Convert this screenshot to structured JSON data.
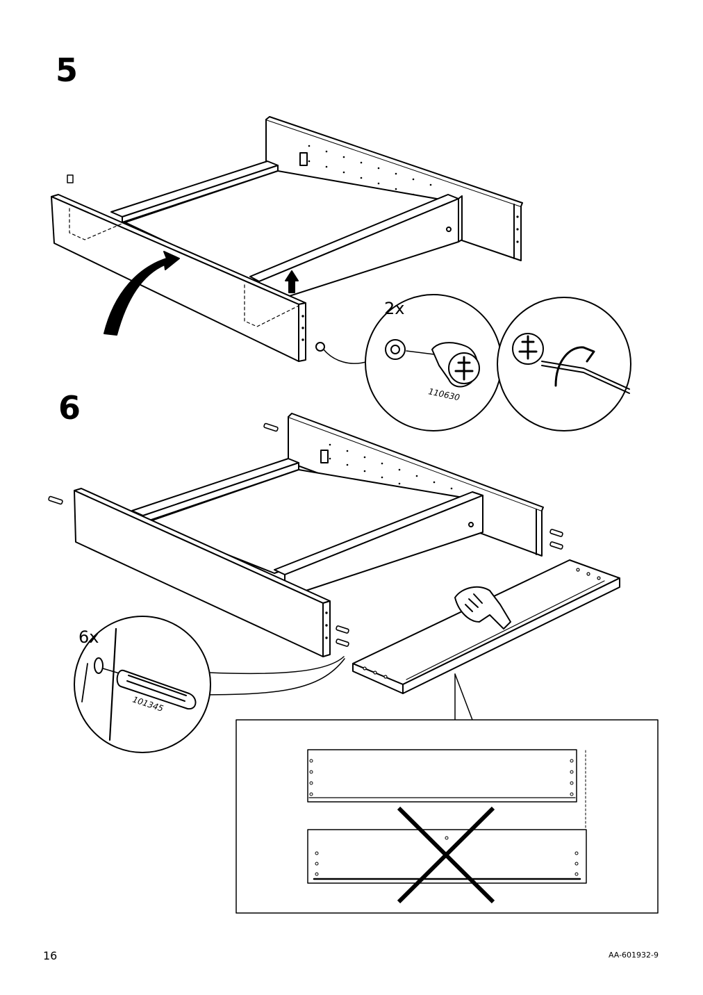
{
  "page": {
    "step_5": "5",
    "step_6": "6",
    "page_number": "16",
    "document_code": "AA-601932-9"
  },
  "step5": {
    "quantity": "2x",
    "part_number": "110630"
  },
  "step6": {
    "quantity": "6x",
    "part_number": "101345"
  },
  "icons": [
    "curved-arrow-icon",
    "up-arrow-icon",
    "hand-press-icon",
    "cross-mark-icon",
    "screwdriver-icon",
    "cam-lock-icon",
    "wood-dowel-icon"
  ]
}
